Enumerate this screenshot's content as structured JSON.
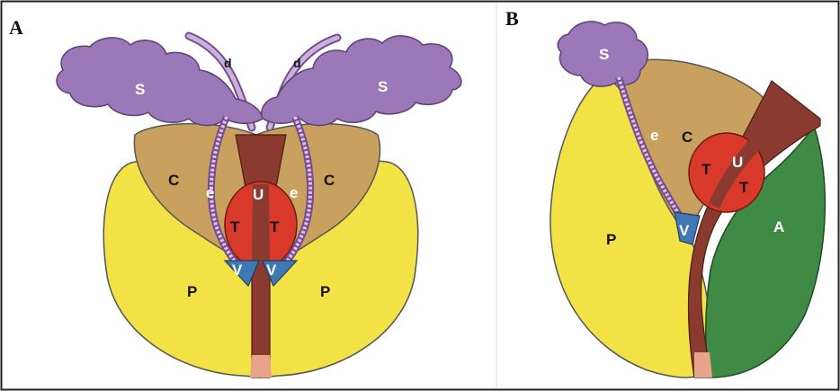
{
  "panels": [
    {
      "letter": "A",
      "labels": {
        "seminal_vesicle": "S",
        "duct": "d",
        "central_zone": "C",
        "ejaculatory_duct": "e",
        "urethra": "U",
        "transition_zone": "T",
        "verumontanum": "V",
        "peripheral_zone": "P"
      }
    },
    {
      "letter": "B",
      "labels": {
        "seminal_vesicle": "S",
        "central_zone": "C",
        "ejaculatory_duct": "e",
        "urethra": "U",
        "transition_zone": "T",
        "verumontanum": "V",
        "peripheral_zone": "P",
        "anterior_stroma": "A"
      }
    }
  ],
  "colors": {
    "peripheral_zone": "#f2e245",
    "central_zone": "#c9a15e",
    "transition_zone": "#d9392b",
    "urethra": "#8a3a2e",
    "seminal_vesicle": "#9b79b8",
    "verumontanum": "#3f78b3",
    "anterior_stroma": "#3f8a45",
    "duct": "#b59ad0"
  }
}
